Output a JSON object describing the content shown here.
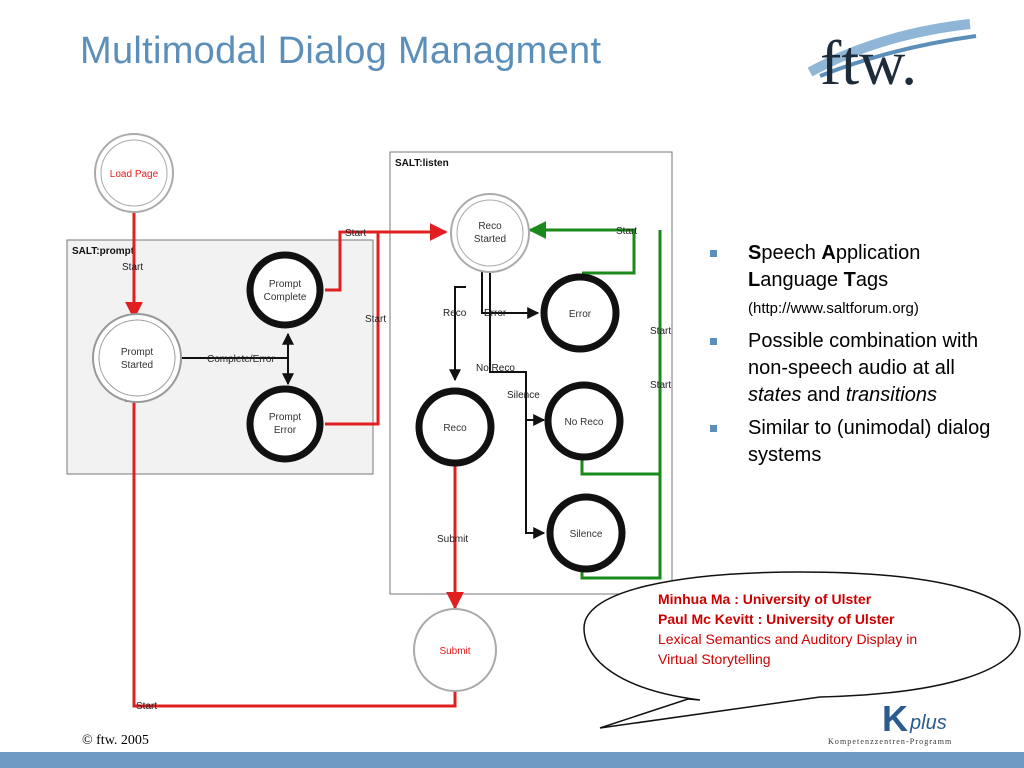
{
  "slide": {
    "title": "Multimodal Dialog Managment",
    "copyright": "© ftw. 2005",
    "logo_text": "ftw.",
    "kplus_logo": "K",
    "kplus_logo_suffix": "plus",
    "kplus_sub": "Kompetenzzentren-Programm"
  },
  "diagram": {
    "boxes": {
      "prompt": "SALT:prompt",
      "listen": "SALT:listen"
    },
    "nodes": {
      "load_page": [
        "Load Page"
      ],
      "prompt_started": [
        "Prompt",
        "Started"
      ],
      "prompt_complete": [
        "Prompt",
        "Complete"
      ],
      "prompt_error": [
        "Prompt",
        "Error"
      ],
      "reco_started": [
        "Reco",
        "Started"
      ],
      "error": [
        "Error"
      ],
      "reco": [
        "Reco"
      ],
      "no_reco": [
        "No Reco"
      ],
      "silence": [
        "Silence"
      ],
      "submit": [
        "Submit"
      ]
    },
    "labels": {
      "start_top": "Start",
      "start_prompt": "Start",
      "start_mid": "Start",
      "start_right_top": "Start",
      "start_right_1": "Start",
      "start_right_2": "Start",
      "start_bottom": "Start",
      "complete_error": "Complete/Error",
      "reco": "Reco",
      "error": "Error",
      "no_reco": "No Reco",
      "silence": "Silence",
      "submit": "Submit"
    },
    "colors": {
      "red": "#e02020",
      "green": "#1a8a1a",
      "black": "#111111"
    }
  },
  "bullets": [
    {
      "type": "salt",
      "S": "S",
      "peech": "peech ",
      "A": "A",
      "pplication": "pplication",
      "L": "L",
      "anguage": "anguage ",
      "T": "T",
      "ags": "ags",
      "url": "(http://www.saltforum.org)"
    },
    {
      "type": "combo",
      "text1": "Possible combination with non-speech audio at all ",
      "em1": "states",
      "text2": " and ",
      "em2": "transitions"
    },
    {
      "type": "plain",
      "text": "Similar to (unimodal) dialog systems"
    }
  ],
  "callout": {
    "line1": "Minhua Ma : University of Ulster",
    "line2": "Paul Mc Kevitt : University of Ulster",
    "line3": "Lexical Semantics and Auditory Display in Virtual Storytelling"
  }
}
